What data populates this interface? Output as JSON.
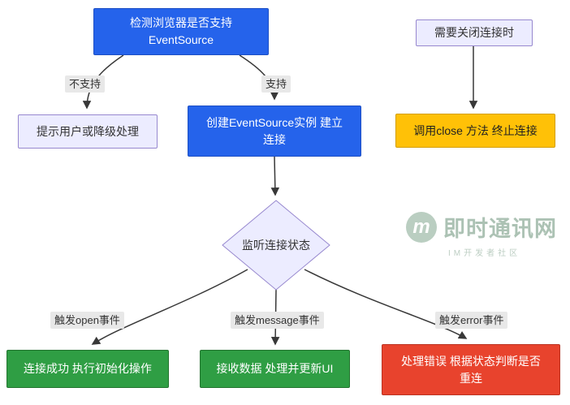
{
  "nodes": {
    "detect": {
      "line1": "检测浏览器是否支持",
      "line2": "EventSource"
    },
    "close_when": {
      "label": "需要关闭连接时"
    },
    "fallback": {
      "label": "提示用户或降级处理"
    },
    "create": {
      "line1": "创建EventSource实例 建立",
      "line2": "连接"
    },
    "call_close": {
      "label": "调用close 方法 终止连接"
    },
    "listen": {
      "label": "监听连接状态"
    },
    "open_ok": {
      "label": "连接成功 执行初始化操作"
    },
    "receive": {
      "label": "接收数据 处理并更新UI"
    },
    "error": {
      "line1": "处理错误 根据状态判断是否",
      "line2": "重连"
    }
  },
  "edge_labels": {
    "unsupported": "不支持",
    "supported": "支持",
    "open": "触发open事件",
    "message": "触发message事件",
    "error": "触发error事件"
  },
  "watermark": {
    "logo_letter": "m",
    "title": "即时通讯网",
    "subtitle": "IM开发者社区"
  },
  "colors": {
    "process_blue": "#2563eb",
    "soft_lavender": "#ececff",
    "lavender_border": "#9788cf",
    "warning_yellow": "#ffc107",
    "success_green": "#2f9e44",
    "error_red": "#e8432d",
    "edge_line": "#383838",
    "edge_label_bg": "#e8e8e8",
    "watermark_green": "#a4bcac"
  }
}
